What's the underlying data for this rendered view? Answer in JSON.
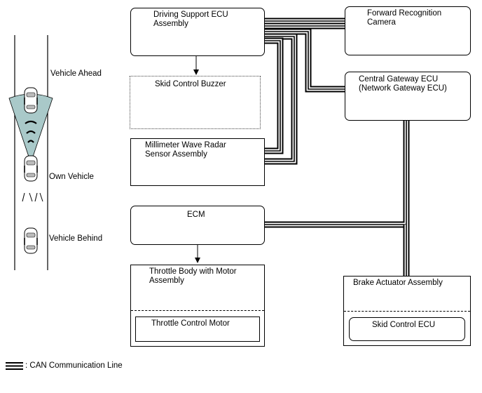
{
  "road": {
    "vehicle_ahead": "Vehicle Ahead",
    "own_vehicle": "Own Vehicle",
    "vehicle_behind": "Vehicle Behind"
  },
  "components": {
    "driving_support_ecu": "Driving Support ECU\nAssembly",
    "forward_camera": "Forward Recognition\nCamera",
    "skid_control_buzzer": "Skid Control Buzzer",
    "central_gateway": "Central Gateway ECU\n(Network Gateway ECU)",
    "mmw_radar": "Millimeter Wave Radar\nSensor Assembly",
    "ecm": "ECM",
    "throttle_body": "Throttle Body with Motor\nAssembly",
    "throttle_motor": "Throttle Control Motor",
    "brake_actuator": "Brake Actuator Assembly",
    "skid_control_ecu": "Skid Control ECU"
  },
  "legend": {
    "can_line": ": CAN Communication Line"
  }
}
